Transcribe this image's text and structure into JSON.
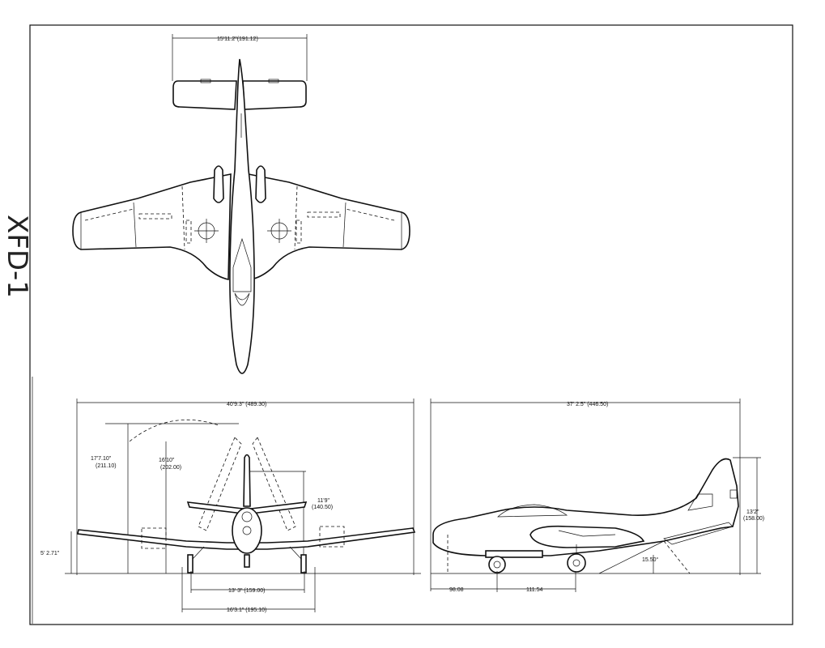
{
  "title_handwritten": "XFD-1",
  "dimensions": {
    "top_tail_span": "15'11.2\"(191.12)",
    "front_span": "40'9.3\" (489.30)",
    "side_length": "37' 2.5\" (446.50)",
    "wing_fold_height_1": "17'7.10\"",
    "wing_fold_height_1_mm": "(211.10)",
    "wing_fold_height_2": "16'10\"",
    "wing_fold_height_2_mm": "(202.00)",
    "tail_height_front": "11'9\"",
    "tail_height_front_mm": "(140.50)",
    "ground_clearance": "5' 2.71\"",
    "tread_inner": "13' 3\" (159.00)",
    "tread_outer": "16'3.1\" (195.10)",
    "side_height": "13'2\"",
    "side_height_mm": "(158.00)",
    "angle": "15.50°",
    "nose_gear_dist": "98.08",
    "main_gear_dist": "111.54"
  }
}
